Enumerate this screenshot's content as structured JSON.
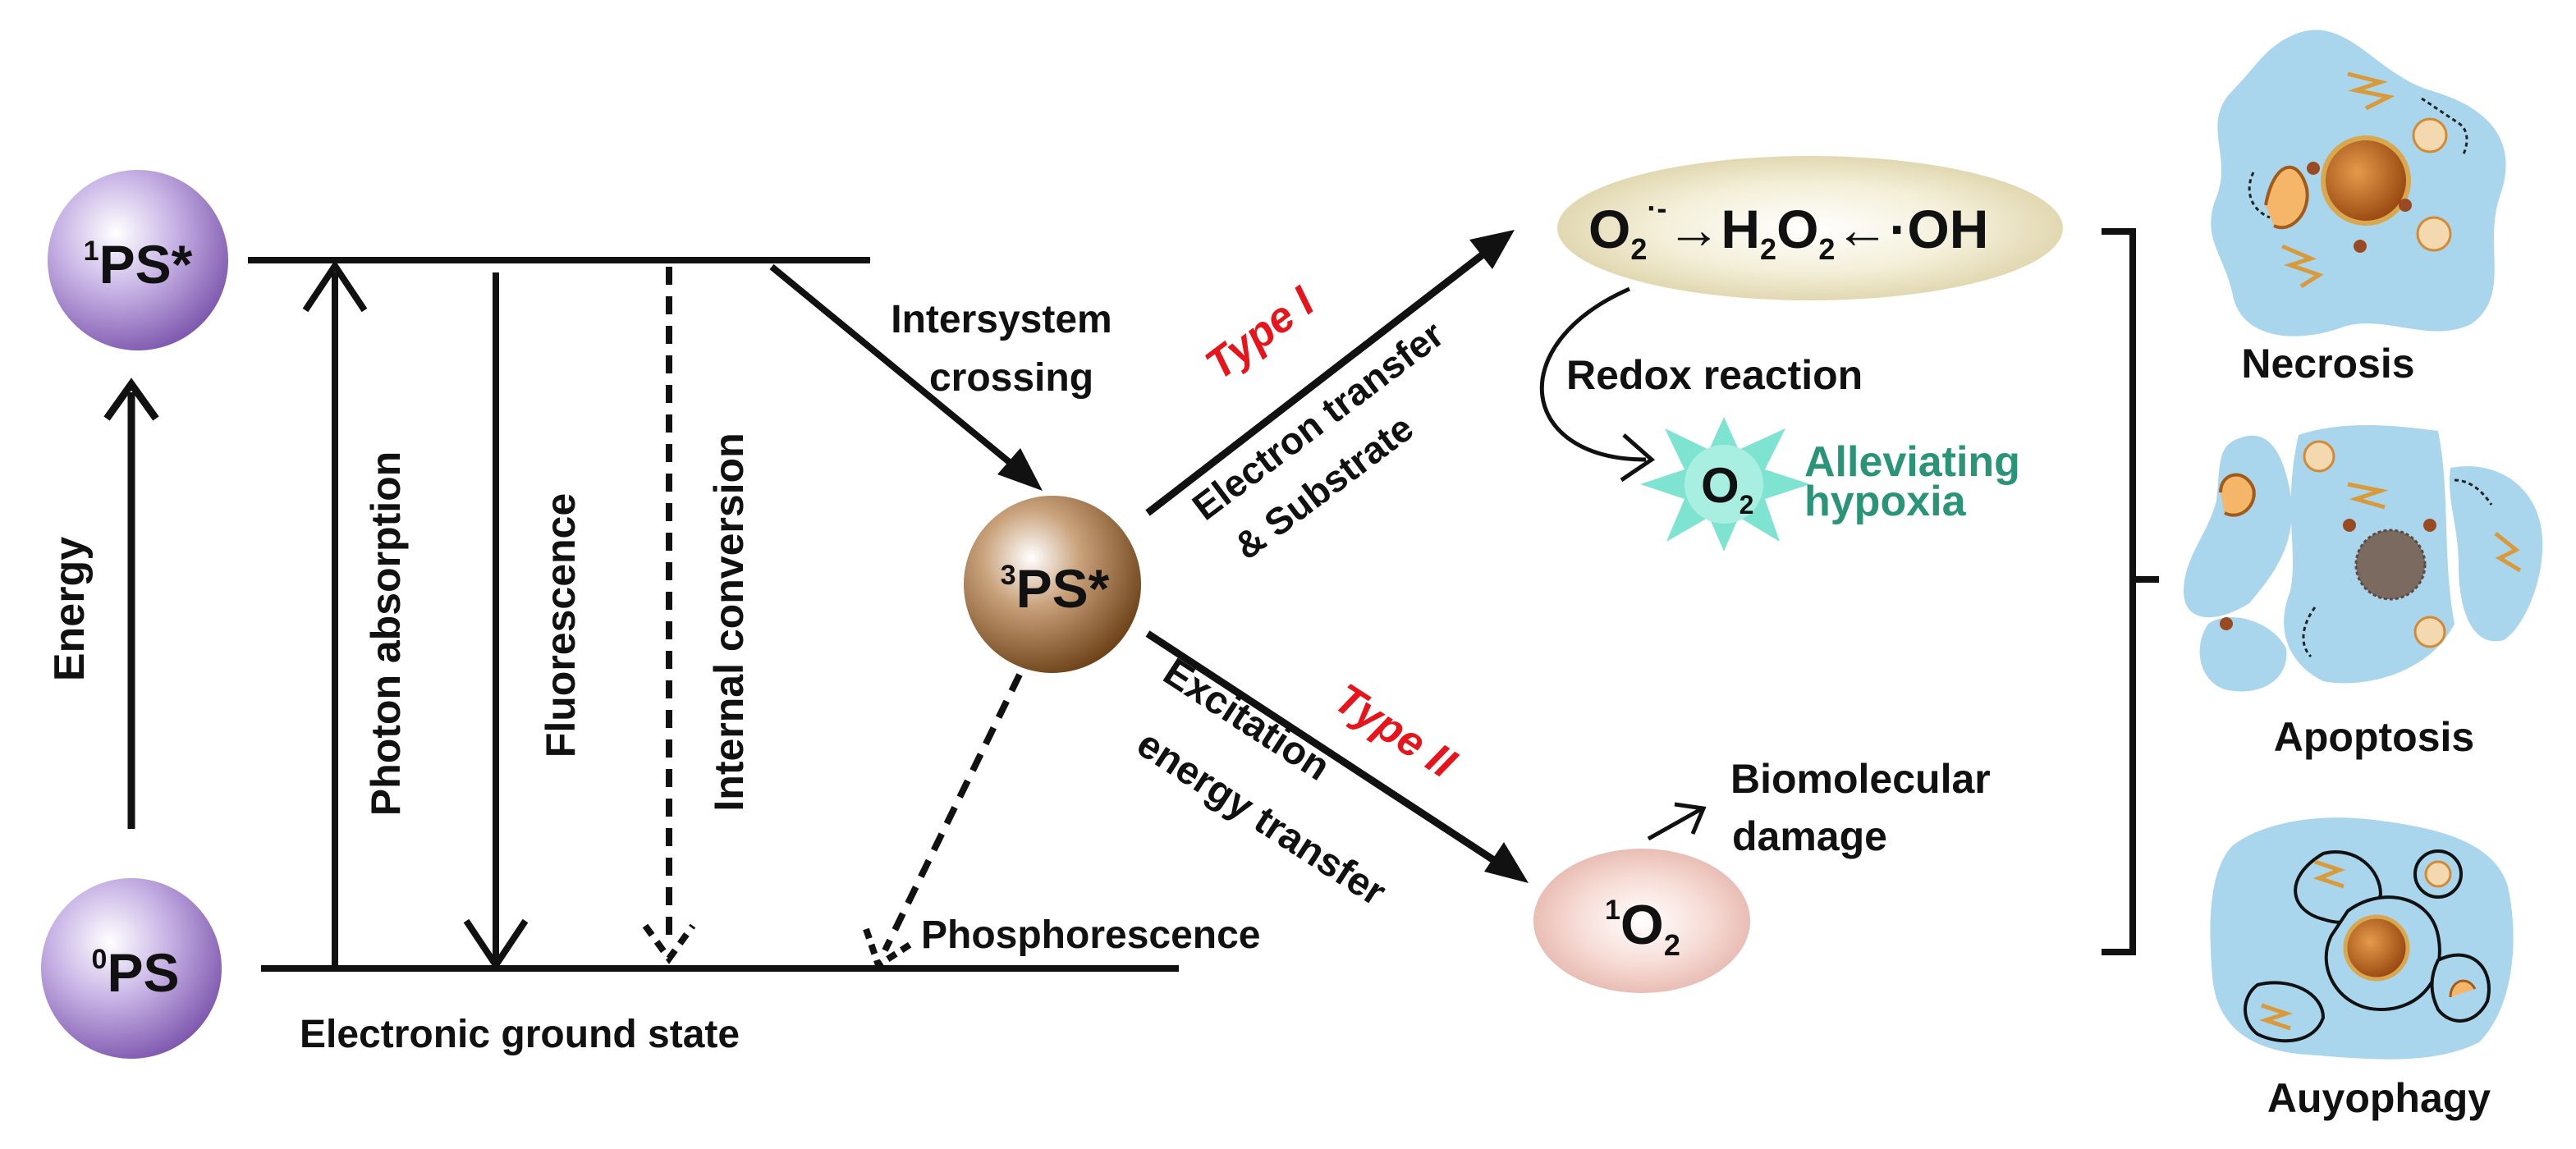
{
  "states": {
    "singlet_excited": {
      "sup": "1",
      "label": "PS*"
    },
    "ground": {
      "sup": "0",
      "label": "PS"
    },
    "triplet": {
      "sup": "3",
      "label": "PS*"
    }
  },
  "labels": {
    "energy": "Energy",
    "photon_absorption": "Photon absorption",
    "fluorescence": "Fluorescence",
    "internal_conversion": "Internal  conversion",
    "intersystem_1": "Intersystem",
    "intersystem_2": "crossing",
    "ground_state": "Electronic ground state",
    "phosphorescence": "Phosphorescence",
    "type1": "Type I",
    "type2": "Type II",
    "electron_transfer_1": "Electron transfer",
    "electron_transfer_2": "& Substrate",
    "excitation_1": "Excitation",
    "excitation_2": "energy transfer",
    "redox": "Redox reaction",
    "alleviating_1": "Alleviating",
    "alleviating_2": "hypoxia",
    "biomolecular_1": "Biomolecular",
    "biomolecular_2": "damage",
    "necrosis": "Necrosis",
    "apoptosis": "Apoptosis",
    "autophagy": "Auyophagy"
  },
  "ros": {
    "o": "O",
    "sub2": "2",
    "radical_sup": "·-",
    "arrow_right": "→",
    "h": "H",
    "arrow_left": "←",
    "oh": "·OH",
    "oxygen_o": "O",
    "oxygen_sub": "2",
    "singlet_sup": "1",
    "singlet_o": "O",
    "singlet_sub": "2"
  },
  "colors": {
    "purple": "#8f6dbb",
    "brown": "#7b4f22",
    "ellipse_beige": "#e8e0bf",
    "pink": "#efc7bf",
    "teal_star": "#74e0cf",
    "cell_blue": "#a9d6ec",
    "red": "#e8141b",
    "teal_text": "#2a9478"
  }
}
